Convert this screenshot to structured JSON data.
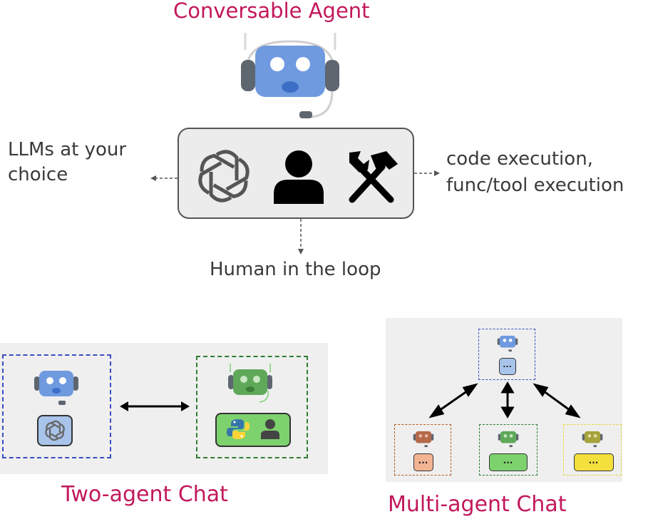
{
  "diagram": {
    "title": "Conversable Agent",
    "left_label": "LLMs at your choice",
    "right_label": "code execution, func/tool execution",
    "bottom_label": "Human in the loop",
    "two_agent_label": "Two-agent Chat",
    "multi_agent_label": "Multi-agent Chat",
    "ellipsis": "...",
    "colors": {
      "title": "#c2185b",
      "robot_blue": "#6f9ae0",
      "robot_green": "#5fa85a",
      "robot_orange": "#b5694b",
      "robot_olive": "#a6a33c",
      "frame_blue": "#3b4fbf",
      "frame_green": "#2e7d32",
      "frame_orange": "#b35c1e",
      "frame_yellow": "#e8d83a",
      "chip_blue": "#a9c4ea",
      "chip_green": "#7dd26e",
      "chip_orange": "#f3b493",
      "chip_yellow": "#f4e03c"
    },
    "icons": [
      "robot-headset-icon",
      "openai-logo-icon",
      "person-icon",
      "hammer-wrench-icon",
      "python-logo-icon"
    ]
  }
}
